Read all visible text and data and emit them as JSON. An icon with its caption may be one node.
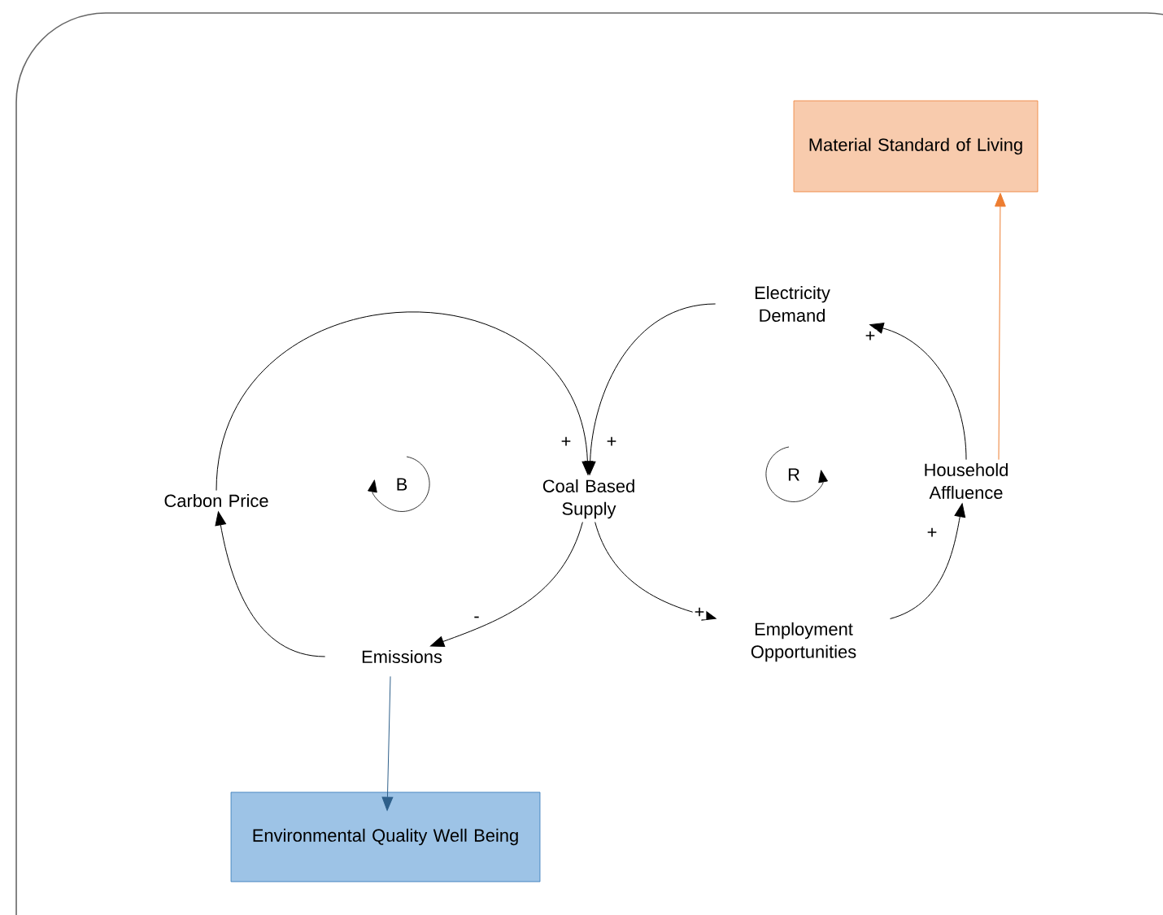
{
  "diagram": {
    "nodes": [
      {
        "text": [
          "Carbon Price"
        ]
      },
      {
        "text": [
          "Coal Based Supply"
        ]
      },
      {
        "text": [
          "Emissions"
        ]
      },
      {
        "text": [
          "Electricity Demand"
        ]
      },
      {
        "text": [
          "Employment Opportunities"
        ]
      },
      {
        "text": [
          "Household Affluence"
        ]
      },
      {
        "text": [
          "Material Standard of Living"
        ]
      },
      {
        "text": [
          "Environmental Quality Well Being"
        ]
      }
    ],
    "edges": [
      {
        "from": 0,
        "to": 1,
        "arrow": "to",
        "label": "+"
      },
      {
        "from": 1,
        "to": 2,
        "arrow": "to",
        "label": "-"
      },
      {
        "from": 2,
        "to": 0,
        "arrow": "to"
      },
      {
        "from": 3,
        "to": 1,
        "arrow": "to",
        "label": "+"
      },
      {
        "from": 1,
        "to": 4,
        "arrow": "to",
        "label": "+"
      },
      {
        "from": 4,
        "to": 5,
        "arrow": "to",
        "label": "+"
      },
      {
        "from": 5,
        "to": 3,
        "arrow": "to",
        "label": "+"
      },
      {
        "from": 5,
        "to": 6,
        "arrow": "to",
        "color": "#ed7d31"
      },
      {
        "from": 2,
        "to": 7,
        "arrow": "to",
        "color": "#2e5f8a"
      }
    ],
    "labels": [
      "B",
      "R"
    ]
  }
}
